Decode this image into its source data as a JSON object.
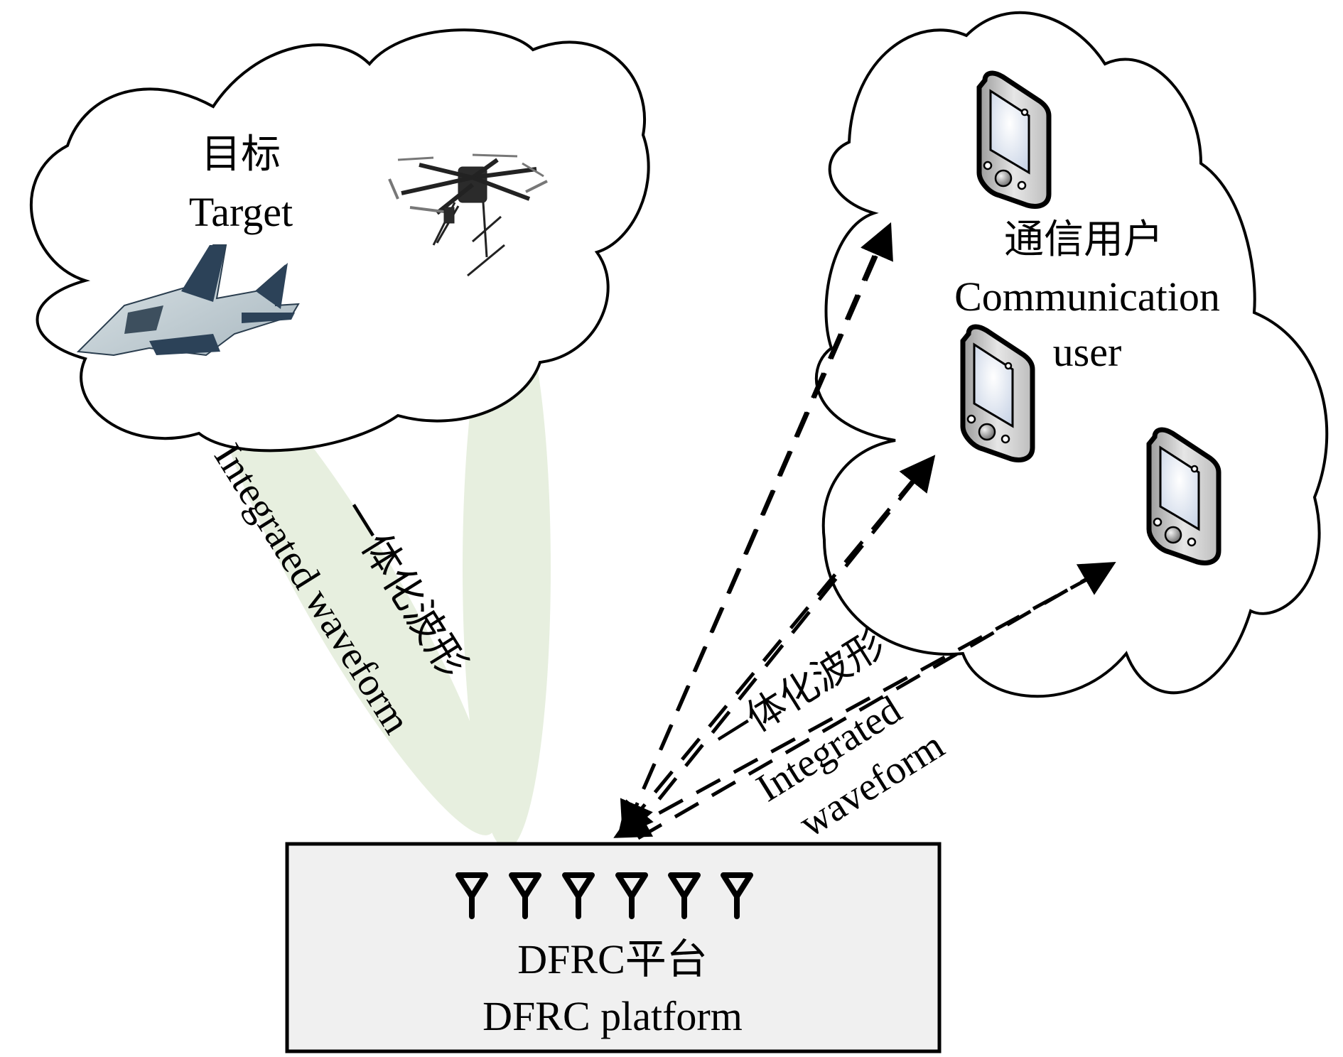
{
  "target_cloud": {
    "label_zh": "目标",
    "label_en": "Target",
    "objects": [
      "fighter-jet",
      "hexacopter-drone"
    ]
  },
  "users_cloud": {
    "label_zh": "通信用户",
    "label_en_line1": "Communication",
    "label_en_line2": "user",
    "devices": [
      "handheld-device",
      "handheld-device",
      "handheld-device"
    ]
  },
  "sensing_beam": {
    "label_zh": "一体化波形",
    "label_en": "Integrated waveform"
  },
  "comm_links": {
    "label_zh": "一体化波形",
    "label_en_line1": "Integrated",
    "label_en_line2": "waveform",
    "count": 3
  },
  "platform": {
    "label_zh": "DFRC平台",
    "label_en": "DFRC platform",
    "antenna_count": 6
  },
  "colors": {
    "beam": "#e7efdf",
    "platform_fill": "#f0f0f0",
    "stroke": "#000000"
  }
}
